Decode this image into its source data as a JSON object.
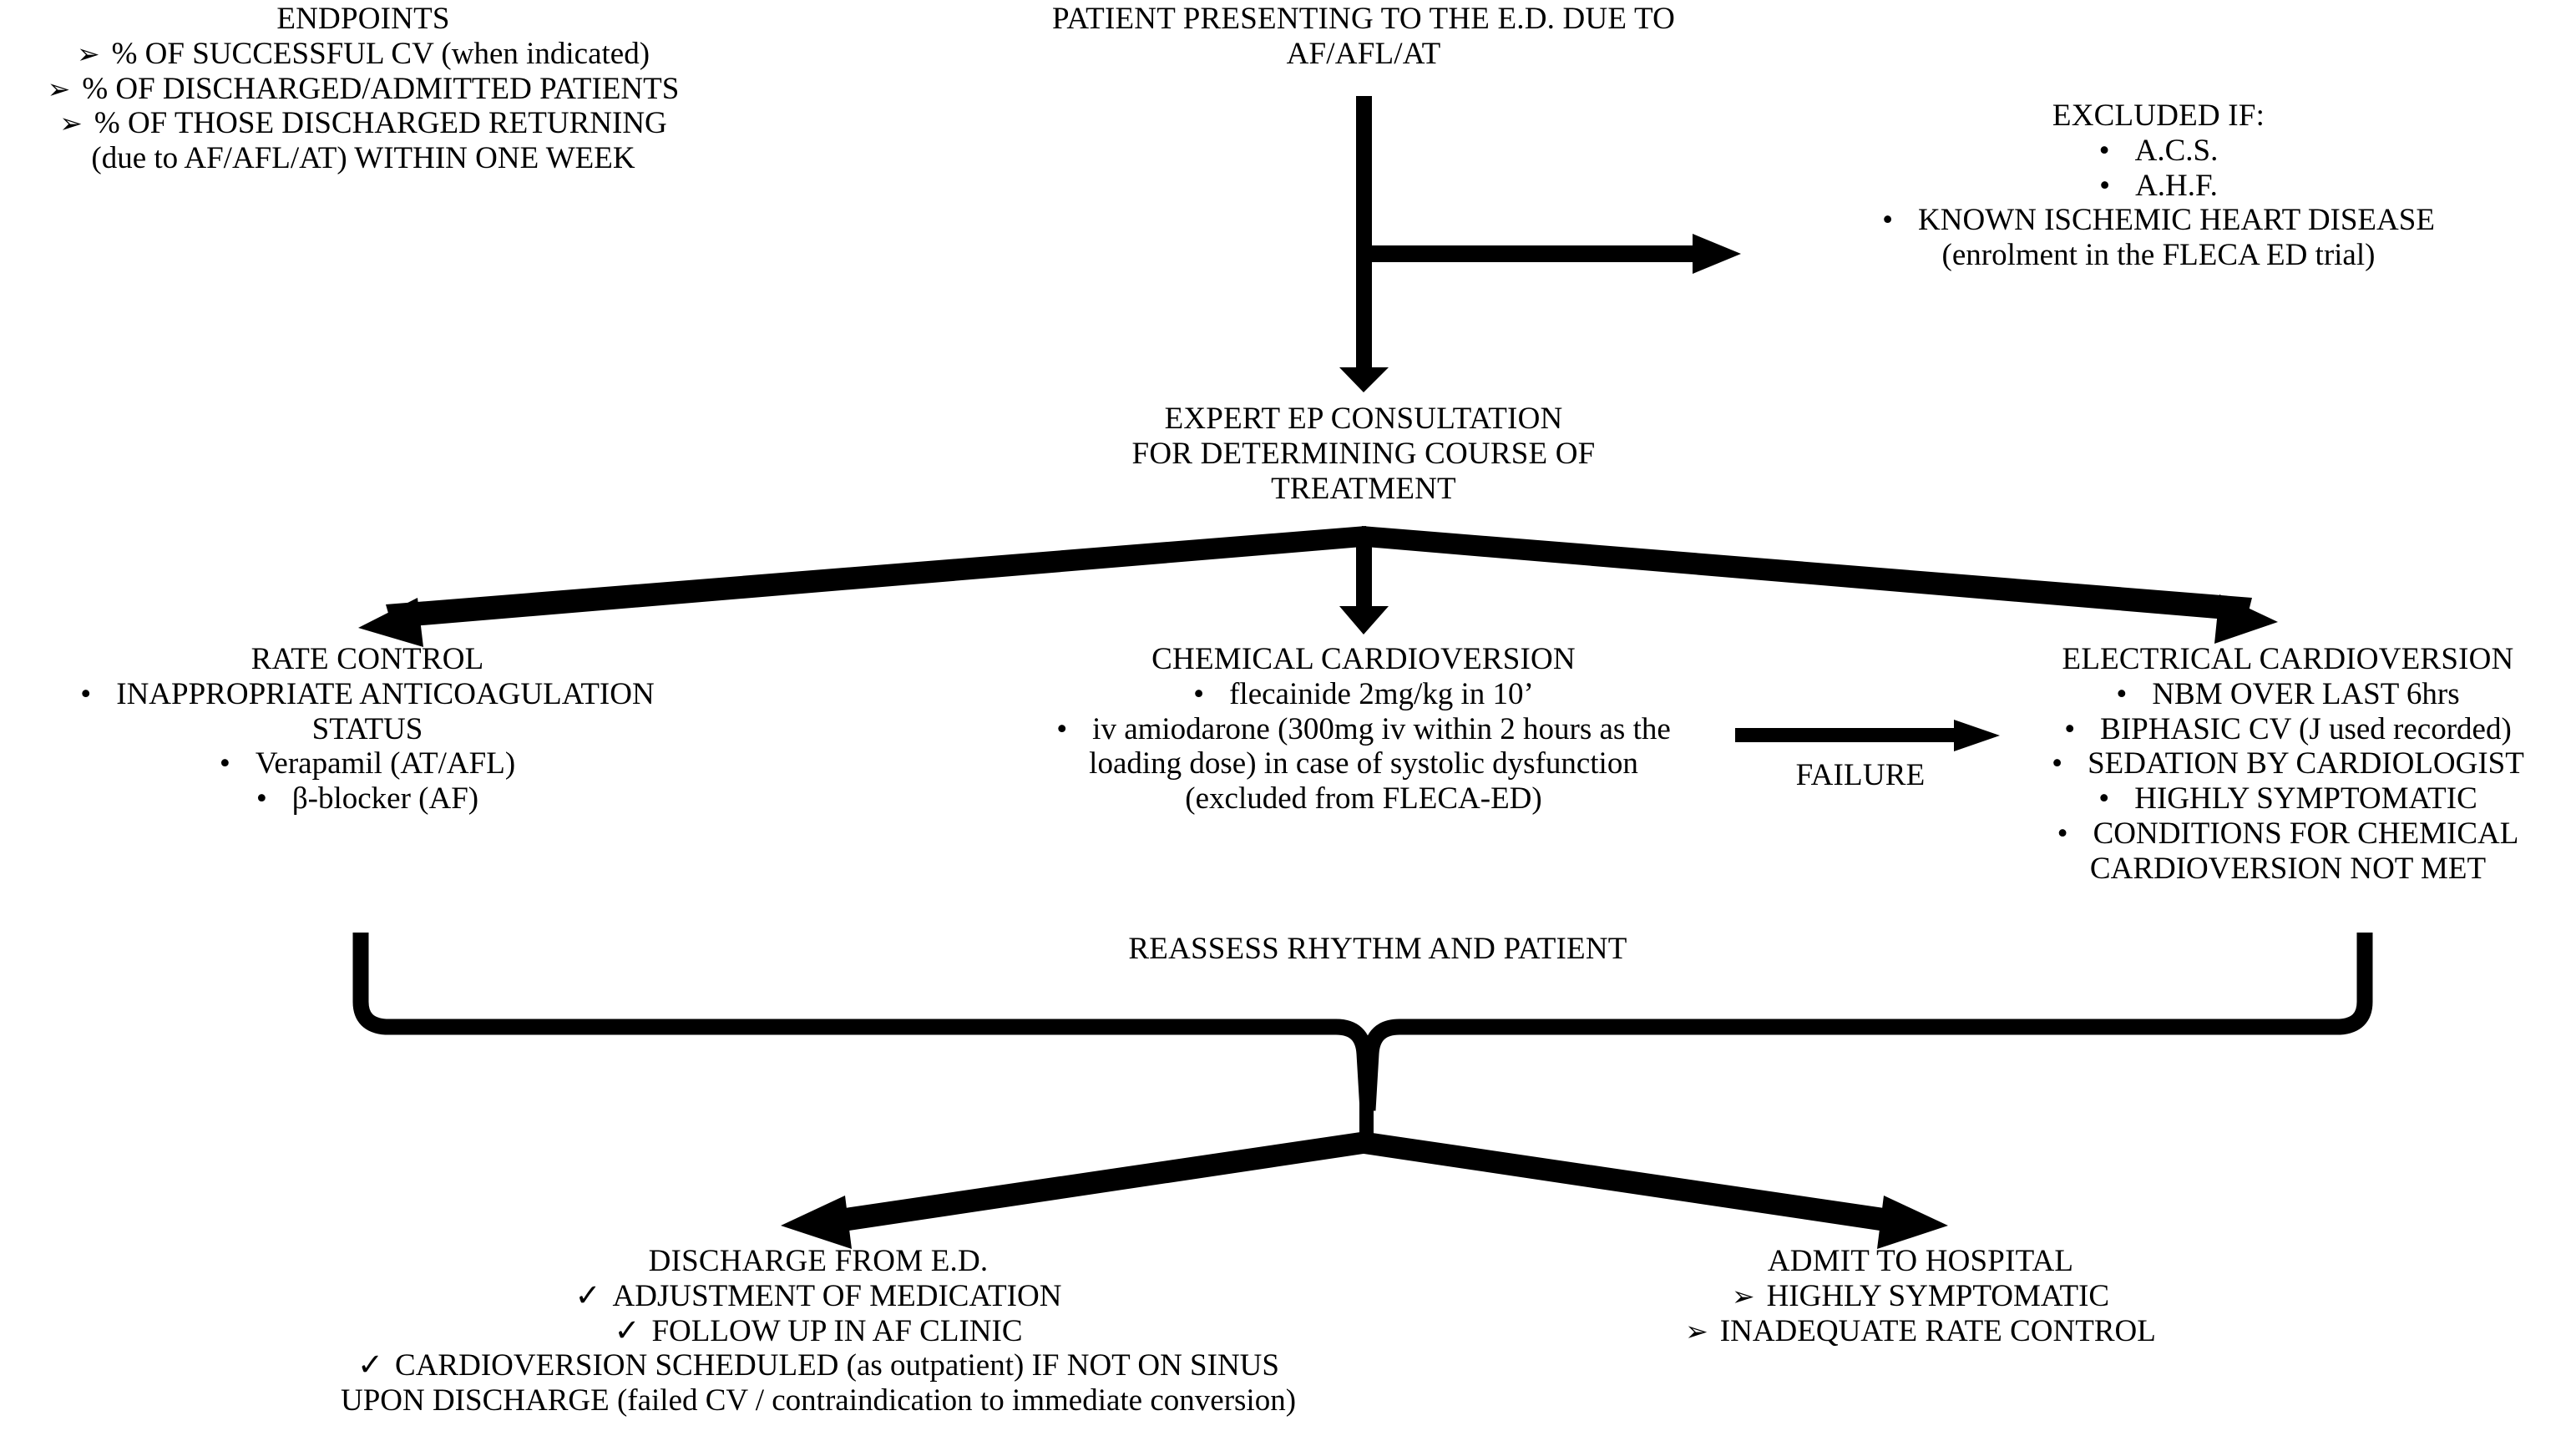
{
  "diagram": {
    "type": "clinical-flowchart",
    "title": "ED management pathway for AF/AFL/AT",
    "line_color": "#000000",
    "background": "#ffffff"
  },
  "endpoints": {
    "title": "ENDPOINTS",
    "items": [
      "% OF SUCCESSFUL CV (when indicated)",
      "% OF DISCHARGED/ADMITTED PATIENTS",
      "% OF THOSE DISCHARGED RETURNING",
      "(due to AF/AFL/AT) WITHIN ONE WEEK"
    ]
  },
  "entry": {
    "line1": "PATIENT PRESENTING TO THE E.D. DUE TO",
    "line2": "AF/AFL/AT"
  },
  "excluded": {
    "title": "EXCLUDED IF:",
    "items": [
      "A.C.S.",
      "A.H.F.",
      "KNOWN ISCHEMIC HEART DISEASE"
    ],
    "note": "(enrolment in the FLECA ED trial)"
  },
  "consultation": {
    "line1": "EXPERT EP CONSULTATION",
    "line2": "FOR DETERMINING COURSE OF",
    "line3": "TREATMENT"
  },
  "rate_control": {
    "title": "RATE CONTROL",
    "items": [
      "INAPPROPRIATE ANTICOAGULATION",
      "Verapamil (AT/AFL)",
      "β-blocker (AF)"
    ],
    "item1_line2": "STATUS"
  },
  "chemical_cardioversion": {
    "title": "CHEMICAL CARDIOVERSION",
    "items": [
      "flecainide 2mg/kg in 10’",
      "iv amiodarone (300mg iv within 2 hours as the"
    ],
    "item2_line2": "loading dose) in case of systolic dysfunction",
    "item2_line3": "(excluded from FLECA-ED)"
  },
  "failure_arrow": {
    "label": "FAILURE"
  },
  "electrical_cardioversion": {
    "title": "ELECTRICAL CARDIOVERSION",
    "items": [
      "NBM OVER LAST 6hrs",
      "BIPHASIC CV (J used recorded)",
      "SEDATION BY CARDIOLOGIST",
      "HIGHLY SYMPTOMATIC",
      "CONDITIONS FOR CHEMICAL"
    ],
    "item5_line2": "CARDIOVERSION NOT MET"
  },
  "reassess": {
    "label": "REASSESS RHYTHM AND PATIENT"
  },
  "discharge": {
    "title": "DISCHARGE FROM E.D.",
    "items": [
      "ADJUSTMENT OF MEDICATION",
      "FOLLOW UP IN AF CLINIC",
      "CARDIOVERSION SCHEDULED (as outpatient) IF NOT ON SINUS"
    ],
    "item3_line2": "UPON DISCHARGE (failed CV / contraindication to immediate conversion)"
  },
  "admit": {
    "title": "ADMIT TO HOSPITAL",
    "items": [
      "HIGHLY SYMPTOMATIC",
      "INADEQUATE RATE CONTROL"
    ]
  }
}
